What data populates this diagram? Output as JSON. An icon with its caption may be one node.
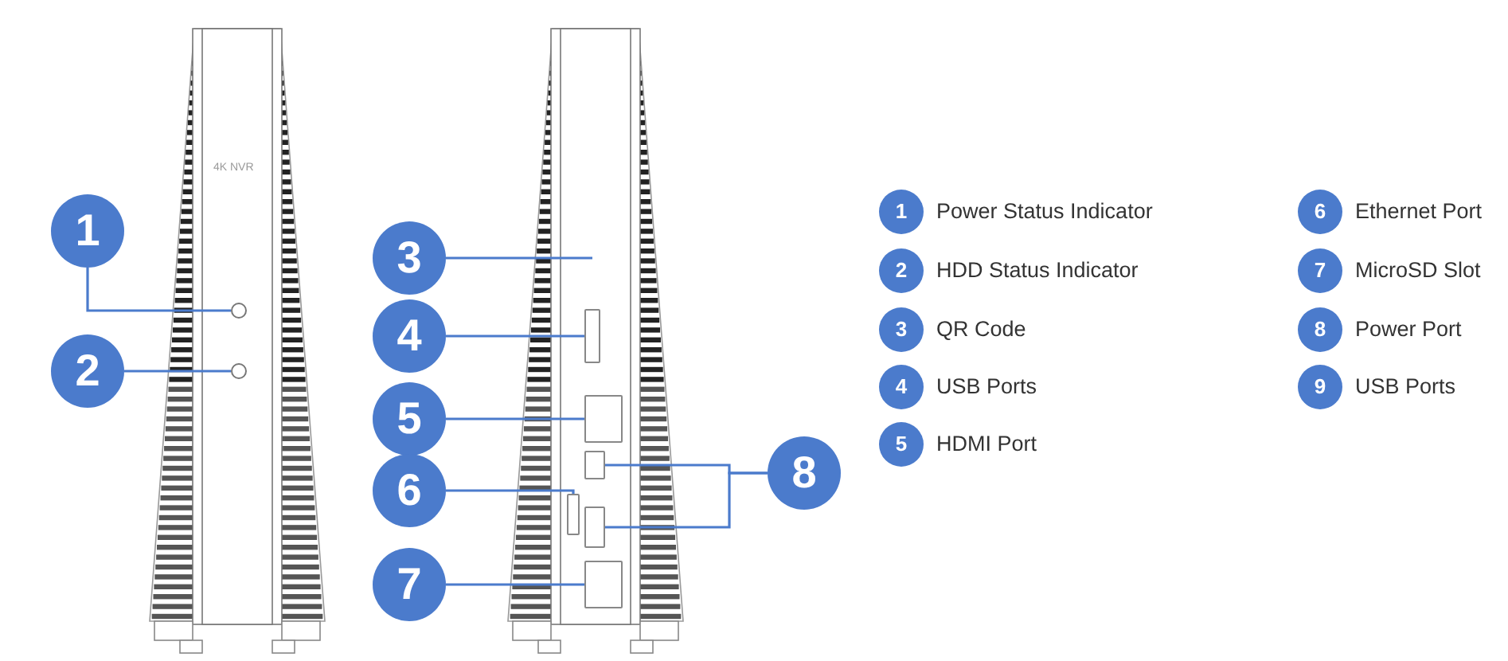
{
  "diagram": {
    "nodes": [
      {
        "text": [
          "1"
        ]
      },
      {
        "text": [
          "2"
        ]
      },
      {
        "text": [
          "3"
        ]
      },
      {
        "text": [
          "4"
        ]
      },
      {
        "text": [
          "5"
        ]
      },
      {
        "text": [
          "6"
        ]
      },
      {
        "text": [
          "7"
        ]
      },
      {
        "text": [
          "8"
        ]
      },
      {
        "text": [],
        "shape": "circle"
      },
      {
        "text": [],
        "shape": "circle"
      },
      {
        "text": [],
        "shape": "box"
      },
      {
        "text": [],
        "shape": "box"
      },
      {
        "text": [],
        "shape": "box"
      },
      {
        "text": [],
        "shape": "box"
      },
      {
        "text": [],
        "shape": "box"
      },
      {
        "text": [],
        "shape": "box"
      }
    ],
    "edges": [
      {
        "from": 0,
        "to": 8,
        "arrow": "none"
      },
      {
        "from": 1,
        "to": 9,
        "arrow": "none"
      },
      {
        "from": 2,
        "to": null,
        "arrow": "none"
      },
      {
        "from": 3,
        "to": 10,
        "arrow": "none"
      },
      {
        "from": 4,
        "to": 11,
        "arrow": "none"
      },
      {
        "from": 5,
        "to": 12,
        "arrow": "none"
      },
      {
        "from": 6,
        "to": 13,
        "arrow": "none"
      },
      {
        "from": 7,
        "to": 14,
        "arrow": "none"
      },
      {
        "from": 7,
        "to": 15,
        "arrow": "none"
      }
    ],
    "labels": [
      "4K NVR",
      "1",
      "Power Status Indicator",
      "2",
      "HDD Status Indicator",
      "3",
      "QR Code",
      "4",
      "USB Ports",
      "5",
      "HDMI Port",
      "6",
      "Ethernet Port",
      "7",
      "MicroSD Slot",
      "8",
      "Power Port",
      "9",
      "USB Ports"
    ]
  }
}
